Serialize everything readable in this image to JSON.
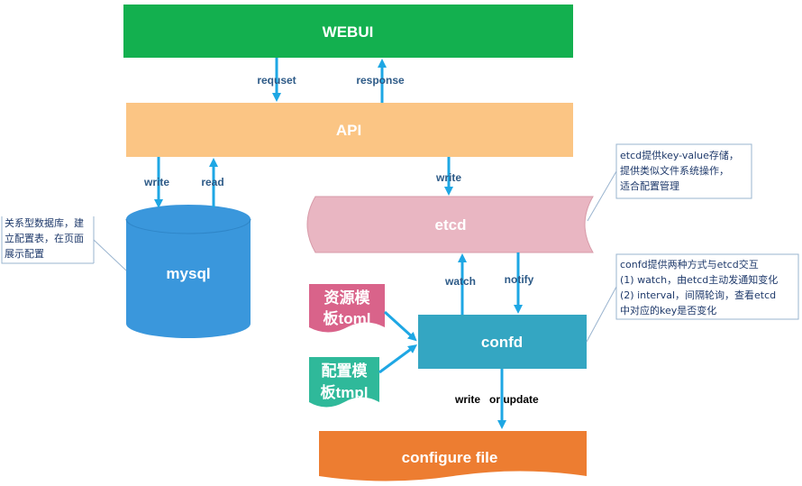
{
  "nodes": {
    "webui": {
      "label": "WEBUI",
      "color": "#13b04f"
    },
    "api": {
      "label": "API",
      "color": "#fbc584"
    },
    "mysql": {
      "label": "mysql",
      "color": "#3a97dc"
    },
    "etcd": {
      "label": "etcd",
      "color": "#e9b6c2"
    },
    "confd": {
      "label": "confd",
      "color": "#34a6c2"
    },
    "configure_file": {
      "label": "configure file",
      "color": "#ed7d31"
    },
    "resource_template": {
      "line1": "资源模",
      "line2": "板toml",
      "color": "#d9638a"
    },
    "config_template": {
      "line1": "配置模",
      "line2": "板tmpl",
      "color": "#2fb99a"
    }
  },
  "edges": {
    "request": "requset",
    "response": "response",
    "write_mysql": "write",
    "read_mysql": "read",
    "write_etcd": "write",
    "watch": "watch",
    "notify": "notify",
    "write_or_update": "write   or update"
  },
  "notes": {
    "mysql_note": [
      "关系型数据库，建",
      "立配置表，在页面",
      "展示配置"
    ],
    "etcd_note": [
      "etcd提供key-value存储，",
      "提供类似文件系统操作，",
      "适合配置管理"
    ],
    "confd_note": [
      "confd提供两种方式与etcd交互",
      "(1) watch，由etcd主动发通知变化",
      "(2) interval，间隔轮询，查看etcd",
      "中对应的key是否变化"
    ]
  },
  "colors": {
    "arrow": "#1ea7e4",
    "note_border": "#9ab4cf"
  }
}
